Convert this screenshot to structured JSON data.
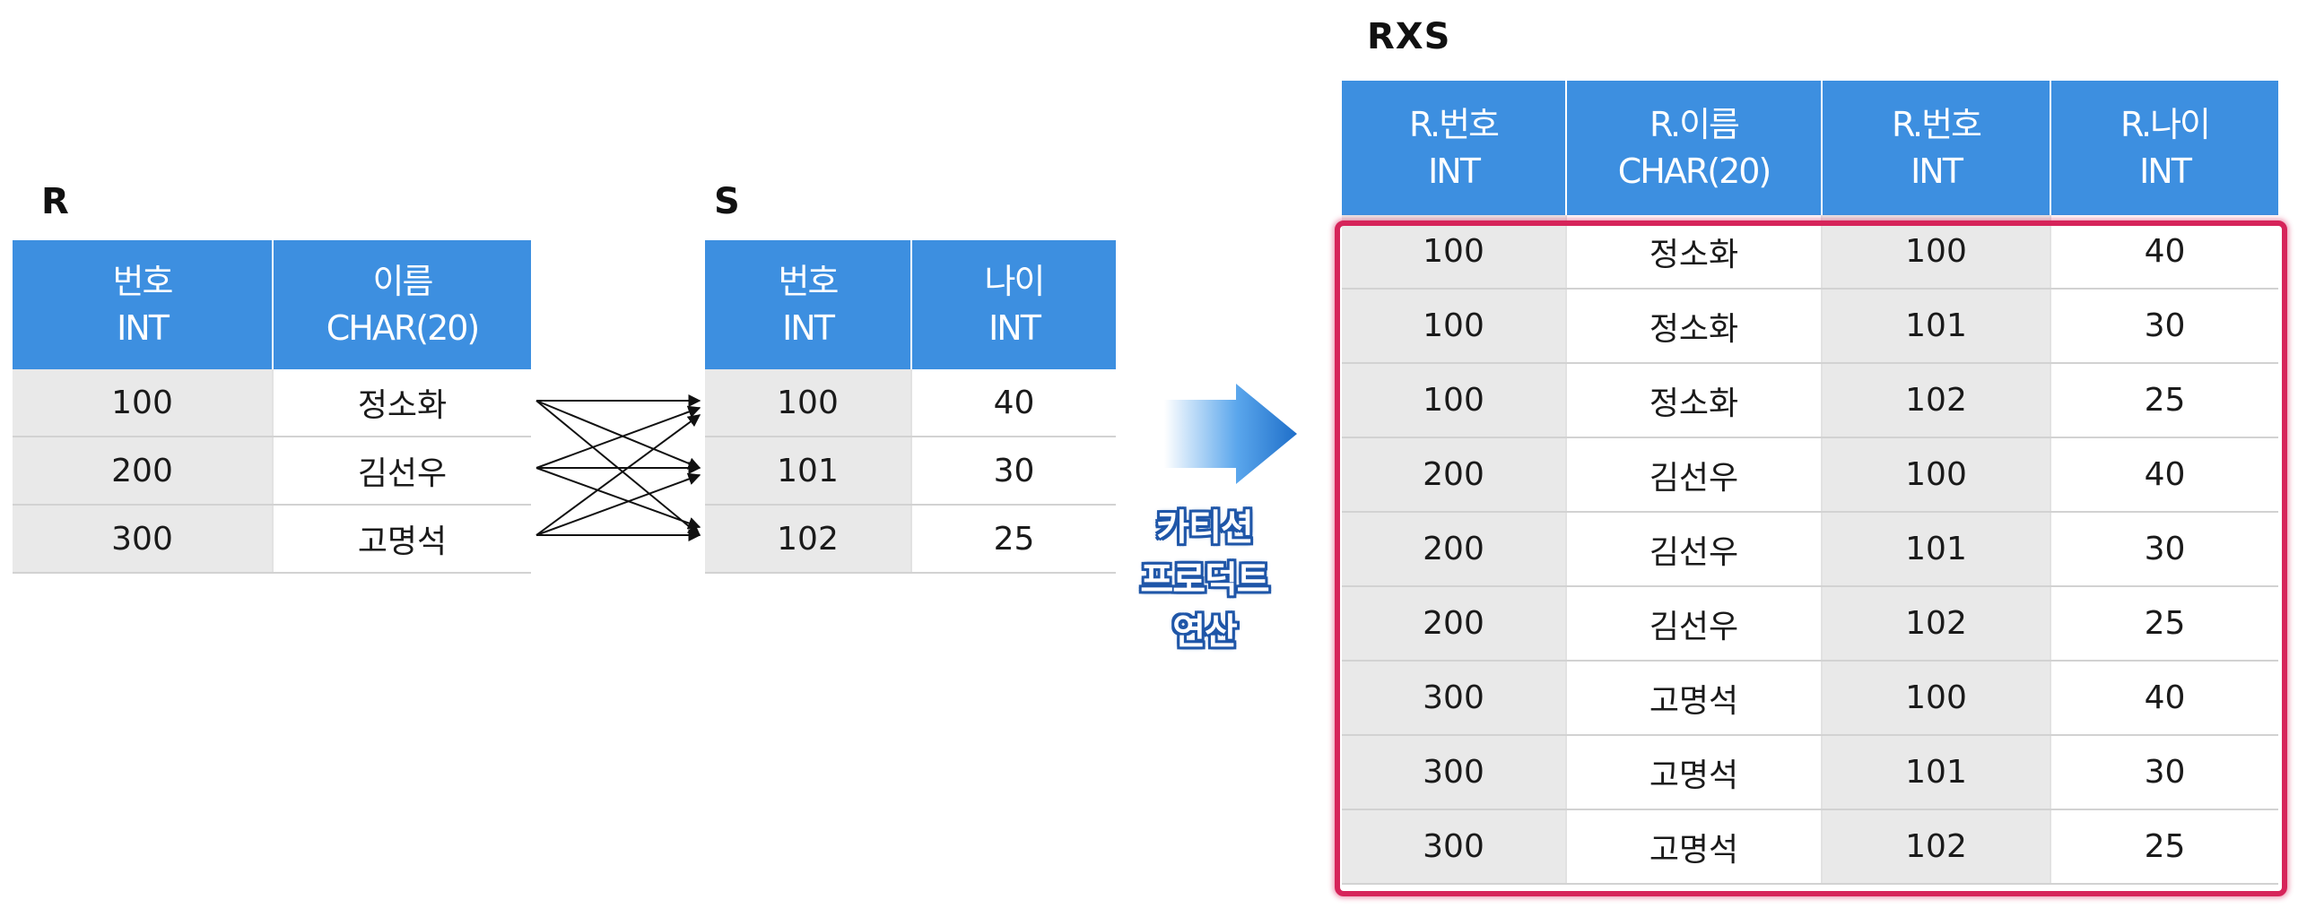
{
  "relation_r": {
    "name": "R",
    "headers": [
      {
        "line1": "번호",
        "line2": "INT"
      },
      {
        "line1": "이름",
        "line2": "CHAR(20)"
      }
    ],
    "rows": [
      [
        "100",
        "정소화"
      ],
      [
        "200",
        "김선우"
      ],
      [
        "300",
        "고명석"
      ]
    ]
  },
  "relation_s": {
    "name": "S",
    "headers": [
      {
        "line1": "번호",
        "line2": "INT"
      },
      {
        "line1": "나이",
        "line2": "INT"
      }
    ],
    "rows": [
      [
        "100",
        "40"
      ],
      [
        "101",
        "30"
      ],
      [
        "102",
        "25"
      ]
    ]
  },
  "operation": {
    "lines": [
      "카티션",
      "프로덕트",
      "연산"
    ]
  },
  "relation_rxs": {
    "name": "RXS",
    "headers": [
      {
        "line1": "R.번호",
        "line2": "INT"
      },
      {
        "line1": "R.이름",
        "line2": "CHAR(20)"
      },
      {
        "line1": "R.번호",
        "line2": "INT"
      },
      {
        "line1": "R.나이",
        "line2": "INT"
      }
    ],
    "rows": [
      [
        "100",
        "정소화",
        "100",
        "40"
      ],
      [
        "100",
        "정소화",
        "101",
        "30"
      ],
      [
        "100",
        "정소화",
        "102",
        "25"
      ],
      [
        "200",
        "김선우",
        "100",
        "40"
      ],
      [
        "200",
        "김선우",
        "101",
        "30"
      ],
      [
        "200",
        "김선우",
        "102",
        "25"
      ],
      [
        "300",
        "고명석",
        "100",
        "40"
      ],
      [
        "300",
        "고명석",
        "101",
        "30"
      ],
      [
        "300",
        "고명석",
        "102",
        "25"
      ]
    ]
  },
  "colors": {
    "header_blue": "#3d8fe0",
    "highlight": "#d6245a",
    "arrow_blue": "#1f6fc9"
  }
}
